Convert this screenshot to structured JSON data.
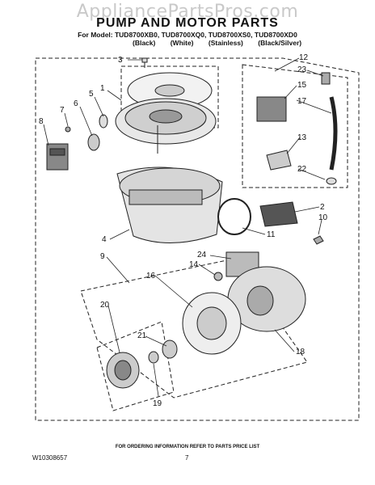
{
  "watermark": "AppliancePartsPros.com",
  "title": "PUMP AND MOTOR PARTS",
  "models_line": "For Model: TUD8700XB0, TUD8700XQ0, TUD8700XS0, TUD8700XD0",
  "colors": [
    "(Black)",
    "(White)",
    "(Stainless)",
    "(Black/Silver)"
  ],
  "footer_note": "FOR ORDERING INFORMATION REFER TO PARTS PRICE LIST",
  "doc_number": "W10308657",
  "page_number": "7",
  "callouts": [
    "3",
    "1",
    "5",
    "6",
    "7",
    "8",
    "12",
    "23",
    "15",
    "17",
    "13",
    "22",
    "2",
    "10",
    "11",
    "4",
    "9",
    "24",
    "14",
    "16",
    "20",
    "21",
    "18",
    "19"
  ]
}
